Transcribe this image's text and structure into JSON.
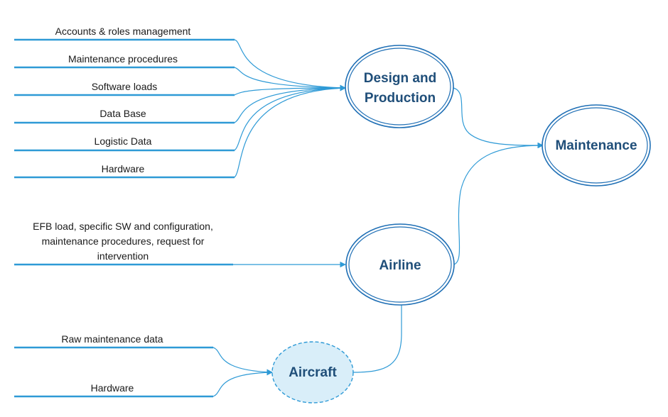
{
  "colors": {
    "line": "#2e9ad6",
    "node_stroke": "#1f6fb5",
    "node_text": "#1f4e79",
    "aircraft_fill": "#d9eef9"
  },
  "nodes": {
    "design": {
      "line1": "Design and",
      "line2": "Production"
    },
    "maintenance": {
      "label": "Maintenance"
    },
    "airline": {
      "label": "Airline"
    },
    "aircraft": {
      "label": "Aircraft"
    }
  },
  "design_inputs": [
    "Accounts & roles management",
    "Maintenance procedures",
    "Software loads",
    "Data Base",
    "Logistic Data",
    "Hardware"
  ],
  "airline_input": {
    "line1": "EFB load, specific SW and configuration,",
    "line2": "maintenance procedures, request for",
    "line3": "intervention"
  },
  "aircraft_inputs": [
    "Raw maintenance data",
    "Hardware"
  ]
}
